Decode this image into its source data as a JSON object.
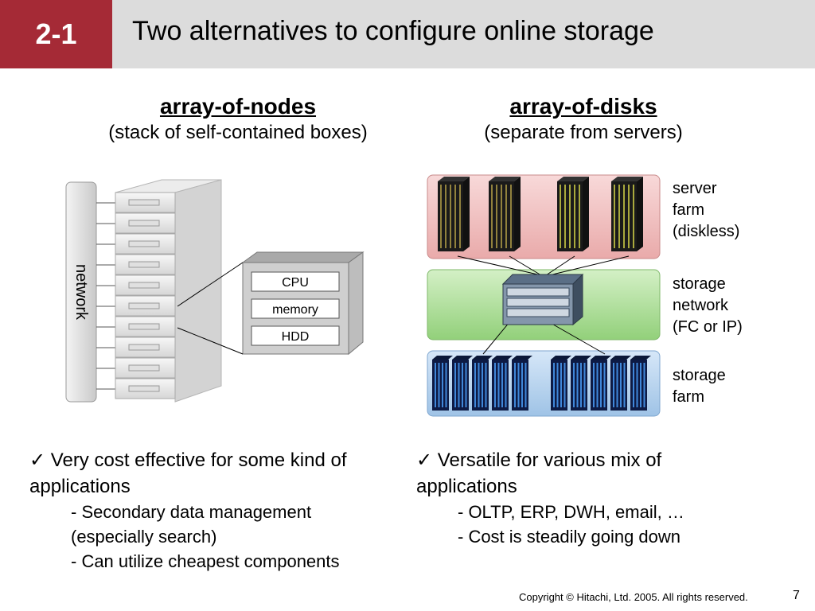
{
  "header": {
    "section_number": "2-1",
    "title": "Two alternatives to configure online storage"
  },
  "left": {
    "heading": "array-of-nodes",
    "subheading": "(stack of self-contained boxes)",
    "network_label": "network",
    "node_parts": [
      "CPU",
      "memory",
      "HDD"
    ],
    "bullet": "Very cost effective for some kind of applications",
    "subs": [
      "- Secondary data management (especially search)",
      "- Can utilize cheapest components"
    ]
  },
  "right": {
    "heading": "array-of-disks",
    "subheading": "(separate from servers)",
    "server_farm_label": [
      "server",
      "farm",
      "(diskless)"
    ],
    "storage_network_label": [
      "storage",
      "network",
      "(FC or IP)"
    ],
    "storage_farm_label": [
      "storage",
      "farm"
    ],
    "bullet": "Versatile for various mix of applications",
    "subs": [
      "- OLTP, ERP, DWH, email, …",
      "- Cost is steadily going down"
    ]
  },
  "colors": {
    "badge": "#a52a36",
    "header_bg": "#dcdcdc",
    "server_panel": "#f1c3c3",
    "network_panel": "#b8e2a8",
    "storage_panel": "#b9d4ef"
  },
  "footer": {
    "copyright": "Copyright © Hitachi, Ltd. 2005. All rights reserved.",
    "page": "7"
  }
}
